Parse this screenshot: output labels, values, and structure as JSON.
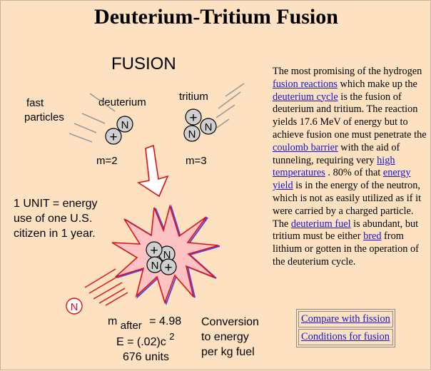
{
  "title": "Deuterium-Tritium Fusion",
  "diagram": {
    "heading": "FUSION",
    "fast_particles_line1": "fast",
    "fast_particles_line2": "particles",
    "deuterium_label": "deuterium",
    "tritium_label": "tritium",
    "deuterium_mass": "m=2",
    "tritium_mass": "m=3",
    "unit_line1": "1 UNIT = energy",
    "unit_line2": "use of one U.S.",
    "unit_line3": "citizen in 1 year.",
    "m_after_prefix": "m",
    "m_after_sub": "after",
    "m_after_value": "= 4.98",
    "energy_eq": "E = (.02)c",
    "energy_exp": "2",
    "energy_units": "676 units",
    "conversion_line1": "Conversion",
    "conversion_line2": "to energy",
    "conversion_line3": "per kg fuel",
    "neutron_symbol": "N",
    "proton_symbol": "+"
  },
  "description": {
    "t1": "The most promising of the hydrogen ",
    "link_fusion_reactions": "fusion reactions",
    "t2": " which make up the ",
    "link_deuterium_cycle": "deuterium cycle",
    "t3": " is the fusion of deuterium and tritium. The reaction yields 17.6 MeV of energy but to achieve fusion one must penetrate the ",
    "link_coulomb_barrier": "coulomb barrier",
    "t4": " with the aid of tunneling, requiring very ",
    "link_high_temperatures": "high temperatures",
    "t5": " . 80% of that ",
    "link_energy_yield": "energy yield",
    "t6": " is in the energy of the neutron, which is not as easily utilized as if it were carried by a charged particle. The ",
    "link_deuterium_fuel": "deuterium fuel",
    "t7": " is abundant, but tritium must be either ",
    "link_bred": "bred",
    "t8": " from lithium or gotten in the operation of the deuterium cycle."
  },
  "links": {
    "compare": "Compare with fission",
    "conditions": "Conditions for fusion"
  },
  "colors": {
    "background": "#fde1c1",
    "link": "#1515d8",
    "burst_fill": "#ffc3c3",
    "burst_stroke": "#e01010",
    "nucleon_fill": "#cfcfcf"
  }
}
